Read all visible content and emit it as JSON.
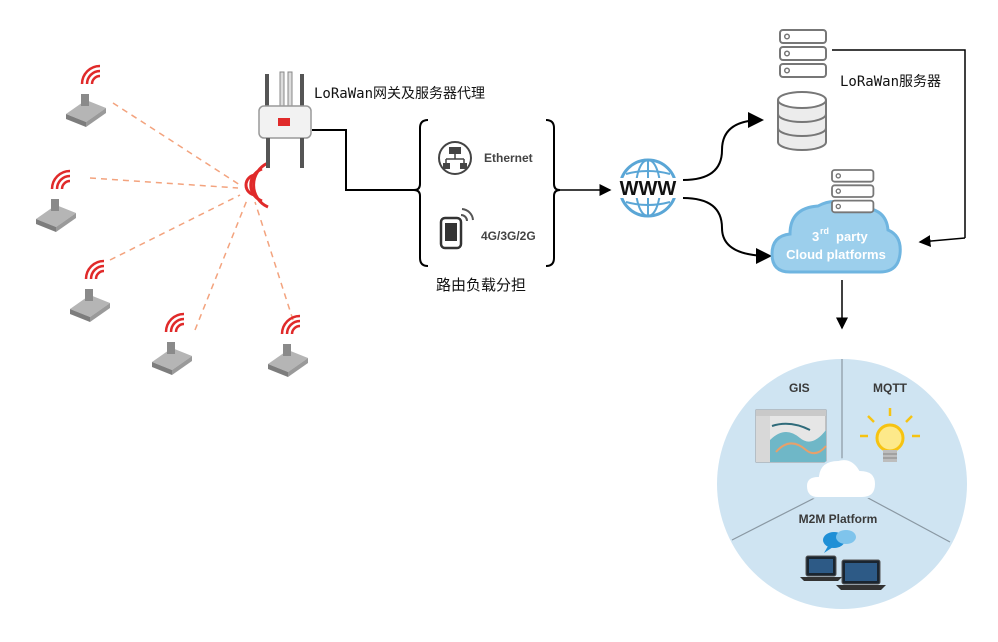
{
  "gateway_label": "LoRaWan网关及服务器代理",
  "server_label": "LoRaWan服务器",
  "routing_label": "路由负载分担",
  "connections": {
    "ethernet": "Ethernet",
    "cellular": "4G/3G/2G"
  },
  "internet_label": "WWW",
  "cloud": {
    "line1_sup": "rd",
    "line1_num": "3",
    "line1_rest": "party",
    "line2": "Cloud platforms"
  },
  "platform_wheel": {
    "gis": "GIS",
    "mqtt": "MQTT",
    "m2m": "M2M Platform"
  },
  "colors": {
    "signal_red": "#e02a2a",
    "dashed_link": "#f3a37e",
    "cloud_blue": "#9ccfec",
    "wheel_blue": "#cfe4f2"
  }
}
